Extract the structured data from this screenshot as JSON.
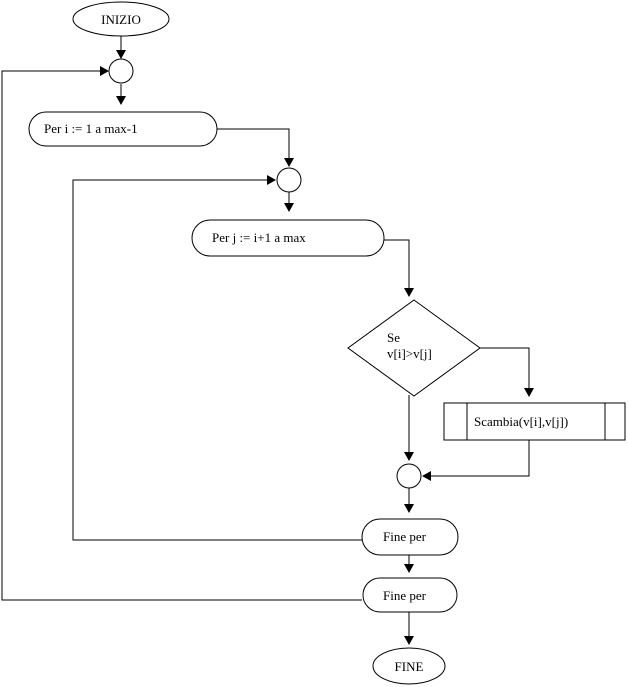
{
  "diagram": {
    "nodes": {
      "start": "INIZIO",
      "outer_loop": "Per i := 1 a max-1",
      "inner_loop": "Per j := i+1 a max",
      "condition_line1": "Se",
      "condition_line2": "v[i]>v[j]",
      "swap": "Scambia(v[i],v[j])",
      "inner_end": "Fine per",
      "outer_end": "Fine per",
      "end": "FINE"
    }
  }
}
